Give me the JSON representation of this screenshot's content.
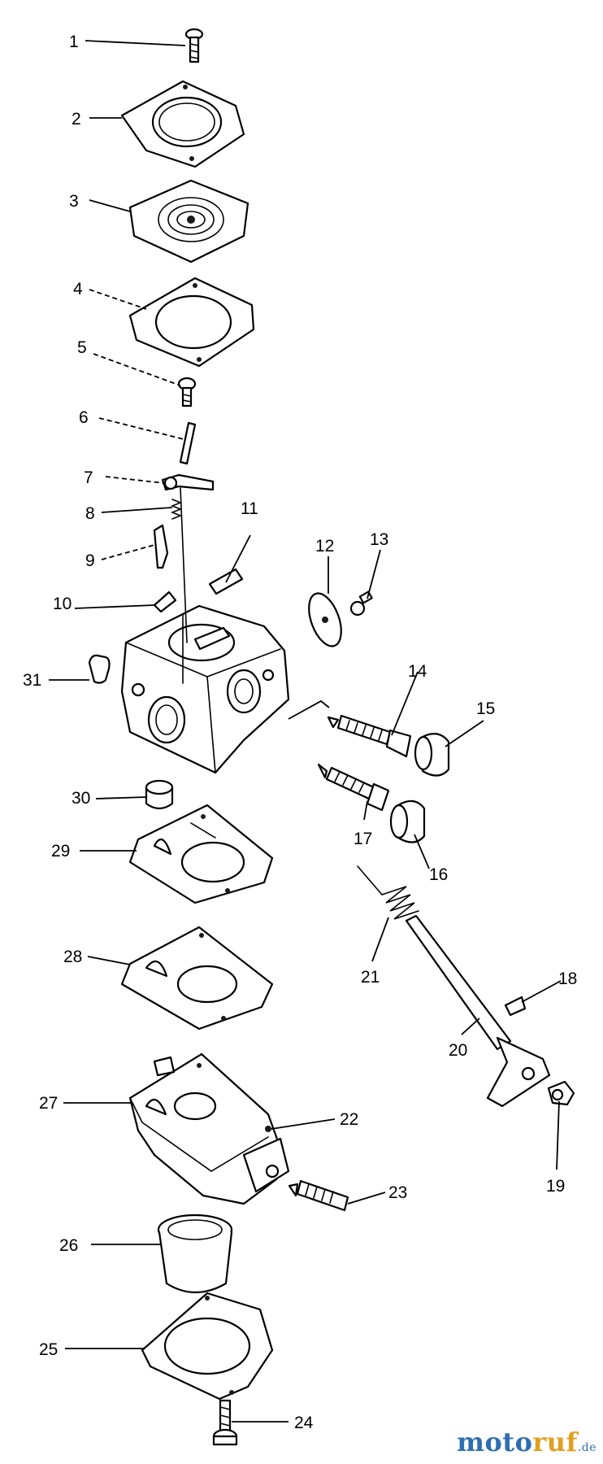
{
  "callouts": [
    "1",
    "2",
    "3",
    "4",
    "5",
    "6",
    "7",
    "8",
    "9",
    "10",
    "11",
    "12",
    "13",
    "14",
    "15",
    "16",
    "17",
    "18",
    "19",
    "20",
    "21",
    "22",
    "23",
    "24",
    "25",
    "26",
    "27",
    "28",
    "29",
    "30",
    "31"
  ],
  "watermark": {
    "part1": "moto",
    "part2": "ruf",
    "tld": ".de"
  }
}
